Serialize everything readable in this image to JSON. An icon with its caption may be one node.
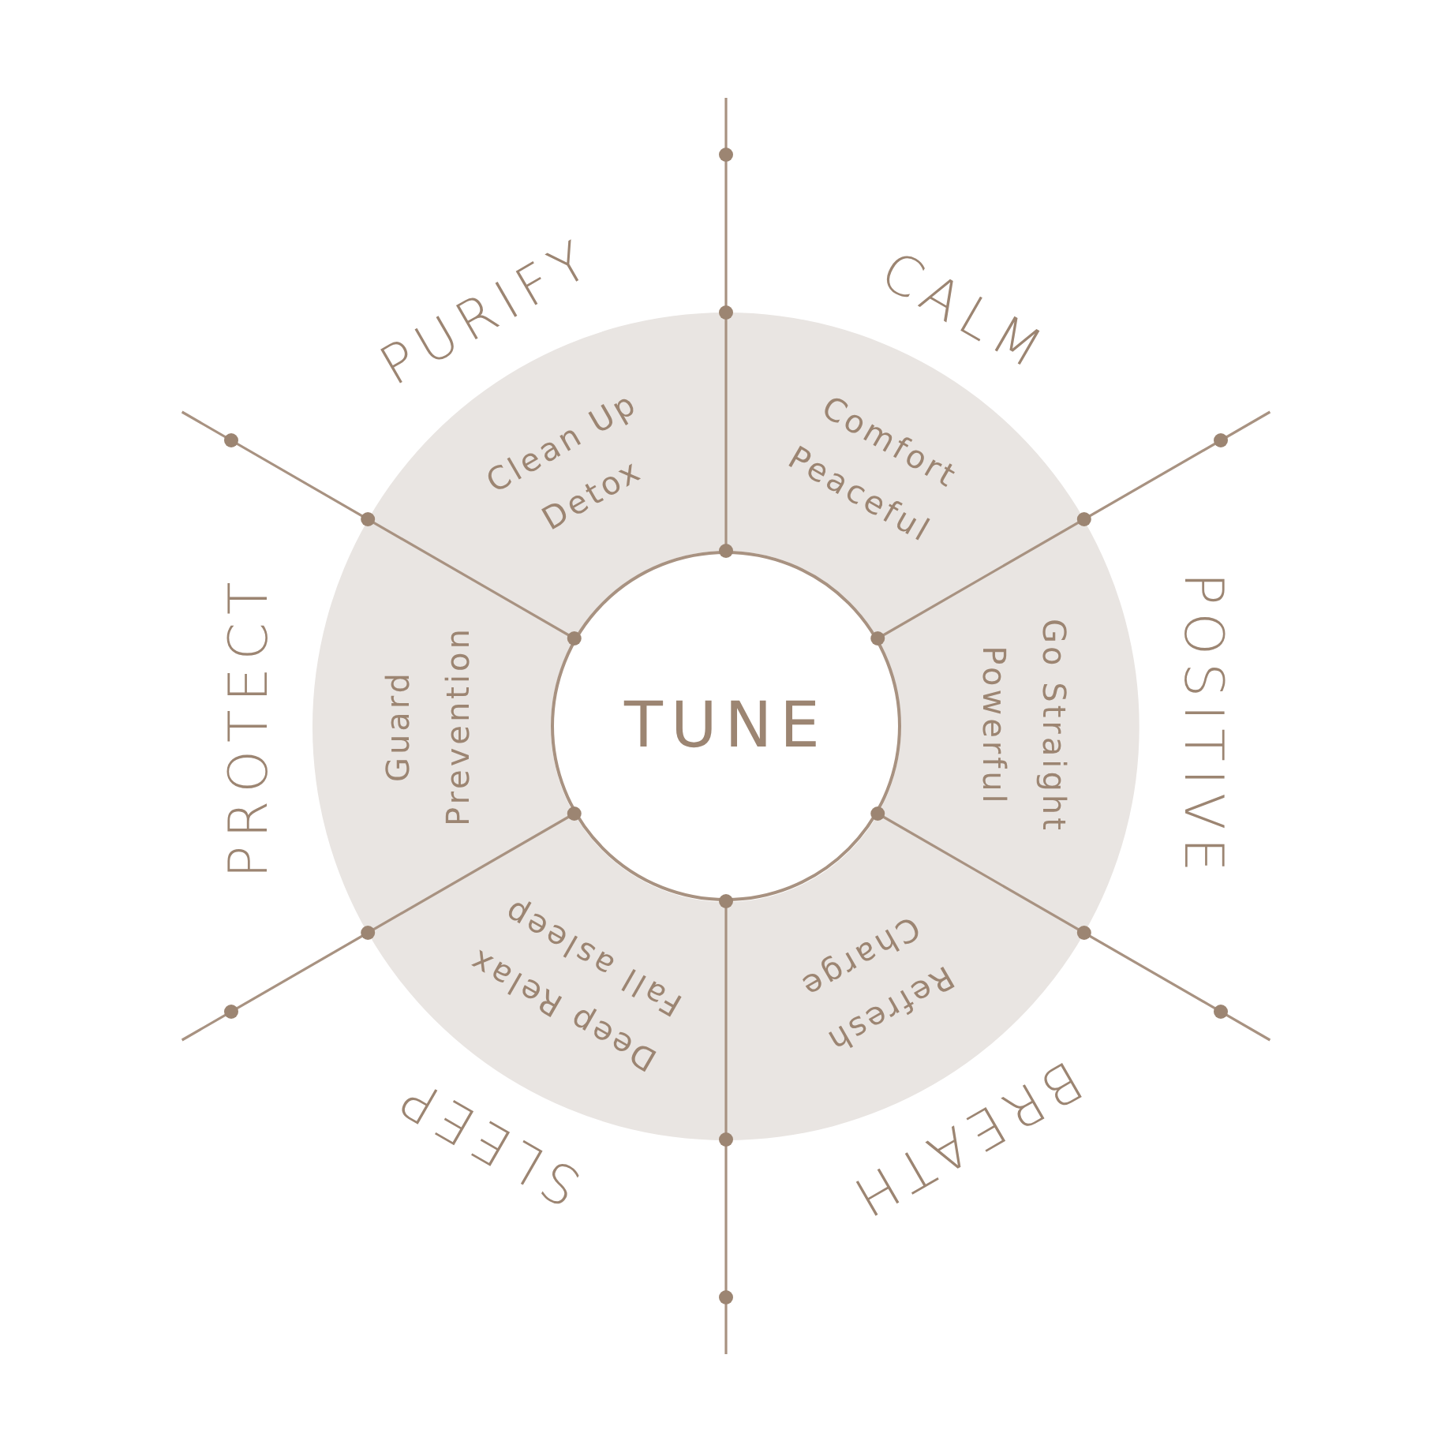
{
  "diagram": {
    "nodes": [
      {
        "text": [
          "PURIFY",
          "Clean Up",
          "Detox"
        ]
      },
      {
        "text": [
          "CALM",
          "Comfort",
          "Peaceful"
        ]
      },
      {
        "text": [
          "POSITIVE",
          "Go Straight",
          "Powerful"
        ]
      },
      {
        "text": [
          "BREATH",
          "Refresh",
          "Charge"
        ]
      },
      {
        "text": [
          "SLEEP",
          "Deep Relax",
          "Fall asleep"
        ]
      },
      {
        "text": [
          "PROTECT",
          "Guard",
          "Prevention"
        ]
      },
      {
        "text": [
          "TUNE"
        ]
      }
    ]
  }
}
